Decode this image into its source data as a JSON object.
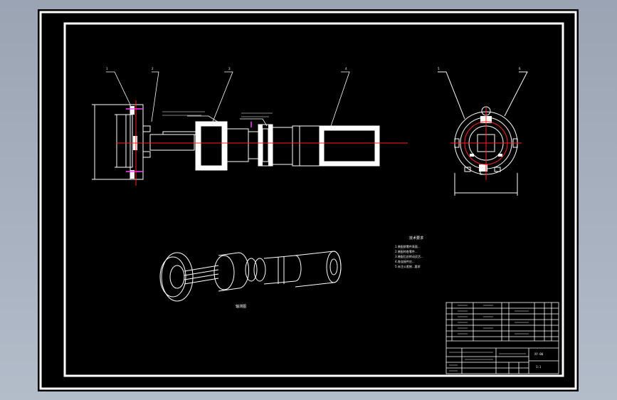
{
  "tech_requirements": {
    "title": "技术要求",
    "lines": [
      "1.装配前零件表面...",
      "2.装配时各零件...",
      "3.装配后应转动灵活...",
      "4.各连接件应...",
      "5.未注公差按...要求"
    ]
  },
  "iso_view_label": "轴测图",
  "part_balloons": [
    "1",
    "2",
    "3",
    "4",
    "5",
    "6"
  ],
  "title_block": {
    "drawing_no": "XY-00",
    "scale": "1:1"
  },
  "colors": {
    "background": "#000000",
    "outline": "#ffffff",
    "centerline": "#ff2020",
    "magenta": "#ff40ff"
  }
}
